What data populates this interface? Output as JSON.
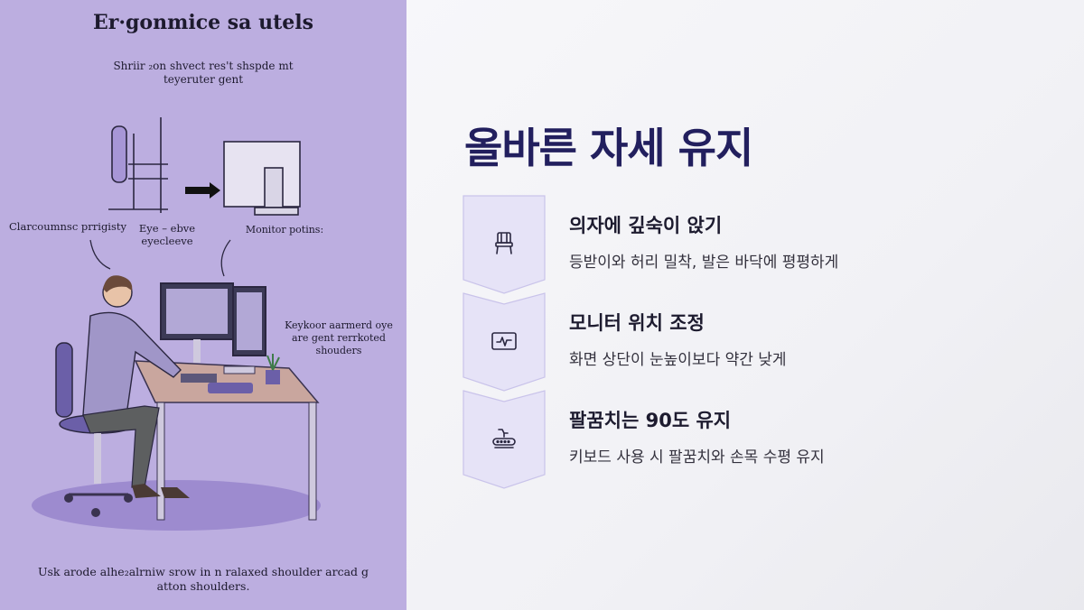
{
  "illustration": {
    "title": "Er·gonmice sa utels",
    "subtitle": "Shriir ₂on shvect res't shspde mt teyeruter gent",
    "note_chair": "Clarcoumnsc prrigisty",
    "note_eye": "Eye – ebve eyecleeve",
    "note_monitor": "Monitor potins:",
    "note_keyboard": "Keykoor aarmerd oye are gent rerrkoted shouders",
    "caption": "Usk arode alhe₂alrniw srow in n ralaxed shoulder arcad g atton shoulders."
  },
  "slide": {
    "title": "올바른 자세 유지",
    "items": [
      {
        "icon": "chair-icon",
        "title": "의자에 깊숙이 앉기",
        "description": "등받이와 허리 밀착, 발은 바닥에 평평하게"
      },
      {
        "icon": "monitor-icon",
        "title": "모니터 위치 조정",
        "description": "화면 상단이 눈높이보다 약간 낮게"
      },
      {
        "icon": "keyboard-arm-icon",
        "title": "팔꿈치는 90도 유지",
        "description": "키보드 사용 시 팔꿈치와 손목 수평 유지"
      }
    ]
  },
  "colors": {
    "left_panel_bg": "#bcaee0",
    "title_color": "#221f5e",
    "chevron_fill": "#e6e3f7",
    "chevron_stroke": "#c9c3ea"
  }
}
